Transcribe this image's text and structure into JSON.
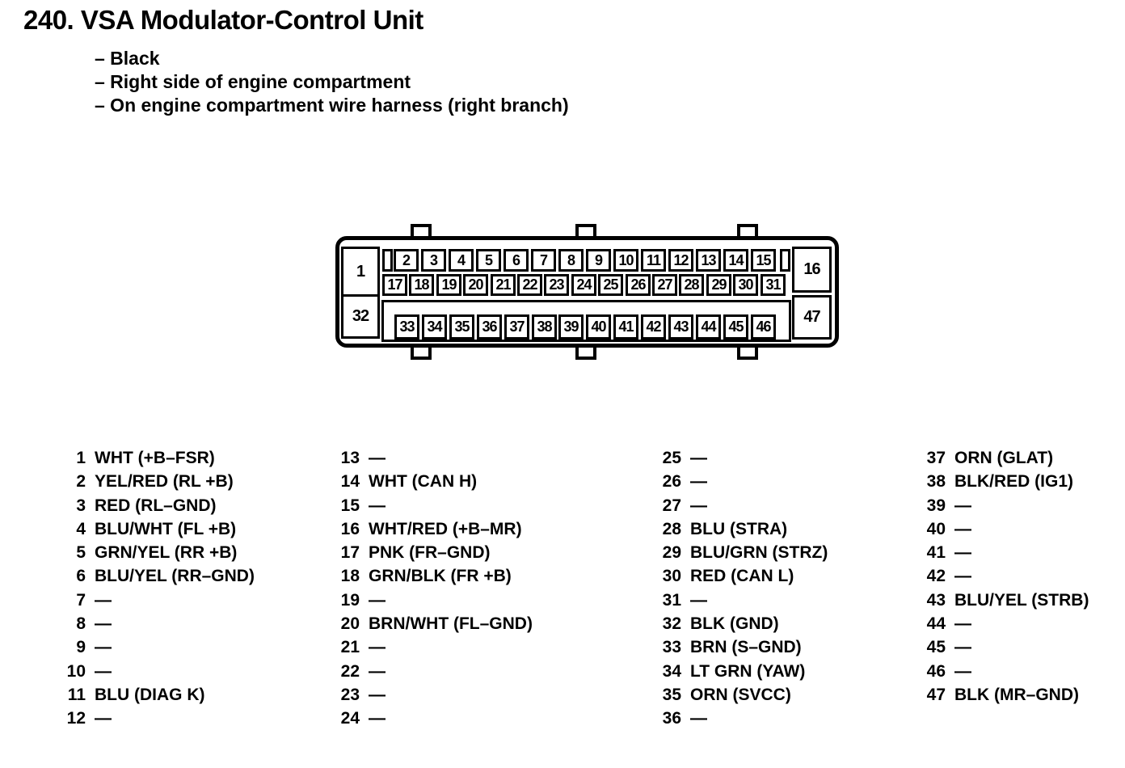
{
  "page": {
    "title": "240. VSA Modulator-Control Unit",
    "notes": [
      "– Black",
      "– Right side of engine compartment",
      "– On engine compartment wire harness (right branch)"
    ]
  },
  "colors": {
    "ink": "#000000",
    "paper": "#ffffff"
  },
  "connector": {
    "corner_pins": [
      {
        "id": "1",
        "pos": "top-left"
      },
      {
        "id": "16",
        "pos": "top-right"
      },
      {
        "id": "32",
        "pos": "bottom-left"
      },
      {
        "id": "47",
        "pos": "bottom-right"
      }
    ],
    "rows": [
      {
        "name": "row-top",
        "pins": [
          "2",
          "3",
          "4",
          "5",
          "6",
          "7",
          "8",
          "9",
          "10",
          "11",
          "12",
          "13",
          "14",
          "15"
        ]
      },
      {
        "name": "row-middle",
        "pins": [
          "17",
          "18",
          "19",
          "20",
          "21",
          "22",
          "23",
          "24",
          "25",
          "26",
          "27",
          "28",
          "29",
          "30",
          "31"
        ]
      },
      {
        "name": "row-bottom",
        "pins": [
          "33",
          "34",
          "35",
          "36",
          "37",
          "38",
          "39",
          "40",
          "41",
          "42",
          "43",
          "44",
          "45",
          "46"
        ]
      }
    ]
  },
  "pin_table": {
    "empty_marker": "—",
    "columns": [
      {
        "entries": [
          {
            "pin": "1",
            "wire": "WHT (+B–FSR)"
          },
          {
            "pin": "2",
            "wire": "YEL/RED (RL +B)"
          },
          {
            "pin": "3",
            "wire": "RED (RL–GND)"
          },
          {
            "pin": "4",
            "wire": "BLU/WHT (FL +B)"
          },
          {
            "pin": "5",
            "wire": "GRN/YEL (RR +B)"
          },
          {
            "pin": "6",
            "wire": "BLU/YEL (RR–GND)"
          },
          {
            "pin": "7",
            "wire": "—"
          },
          {
            "pin": "8",
            "wire": "—"
          },
          {
            "pin": "9",
            "wire": "—"
          },
          {
            "pin": "10",
            "wire": "—"
          },
          {
            "pin": "11",
            "wire": "BLU (DIAG K)"
          },
          {
            "pin": "12",
            "wire": "—"
          }
        ]
      },
      {
        "entries": [
          {
            "pin": "13",
            "wire": "—"
          },
          {
            "pin": "14",
            "wire": "WHT (CAN H)"
          },
          {
            "pin": "15",
            "wire": "—"
          },
          {
            "pin": "16",
            "wire": "WHT/RED (+B–MR)"
          },
          {
            "pin": "17",
            "wire": "PNK (FR–GND)"
          },
          {
            "pin": "18",
            "wire": "GRN/BLK (FR +B)"
          },
          {
            "pin": "19",
            "wire": "—"
          },
          {
            "pin": "20",
            "wire": "BRN/WHT (FL–GND)"
          },
          {
            "pin": "21",
            "wire": "—"
          },
          {
            "pin": "22",
            "wire": "—"
          },
          {
            "pin": "23",
            "wire": "—"
          },
          {
            "pin": "24",
            "wire": "—"
          }
        ]
      },
      {
        "entries": [
          {
            "pin": "25",
            "wire": "—"
          },
          {
            "pin": "26",
            "wire": "—"
          },
          {
            "pin": "27",
            "wire": "—"
          },
          {
            "pin": "28",
            "wire": "BLU (STRA)"
          },
          {
            "pin": "29",
            "wire": "BLU/GRN (STRZ)"
          },
          {
            "pin": "30",
            "wire": "RED (CAN L)"
          },
          {
            "pin": "31",
            "wire": "—"
          },
          {
            "pin": "32",
            "wire": "BLK (GND)"
          },
          {
            "pin": "33",
            "wire": "BRN (S–GND)"
          },
          {
            "pin": "34",
            "wire": "LT GRN (YAW)"
          },
          {
            "pin": "35",
            "wire": "ORN (SVCC)"
          },
          {
            "pin": "36",
            "wire": "—"
          }
        ]
      },
      {
        "entries": [
          {
            "pin": "37",
            "wire": "ORN (GLAT)"
          },
          {
            "pin": "38",
            "wire": "BLK/RED (IG1)"
          },
          {
            "pin": "39",
            "wire": "—"
          },
          {
            "pin": "40",
            "wire": "—"
          },
          {
            "pin": "41",
            "wire": "—"
          },
          {
            "pin": "42",
            "wire": "—"
          },
          {
            "pin": "43",
            "wire": "BLU/YEL (STRB)"
          },
          {
            "pin": "44",
            "wire": "—"
          },
          {
            "pin": "45",
            "wire": "—"
          },
          {
            "pin": "46",
            "wire": "—"
          },
          {
            "pin": "47",
            "wire": "BLK (MR–GND)"
          }
        ]
      }
    ]
  }
}
